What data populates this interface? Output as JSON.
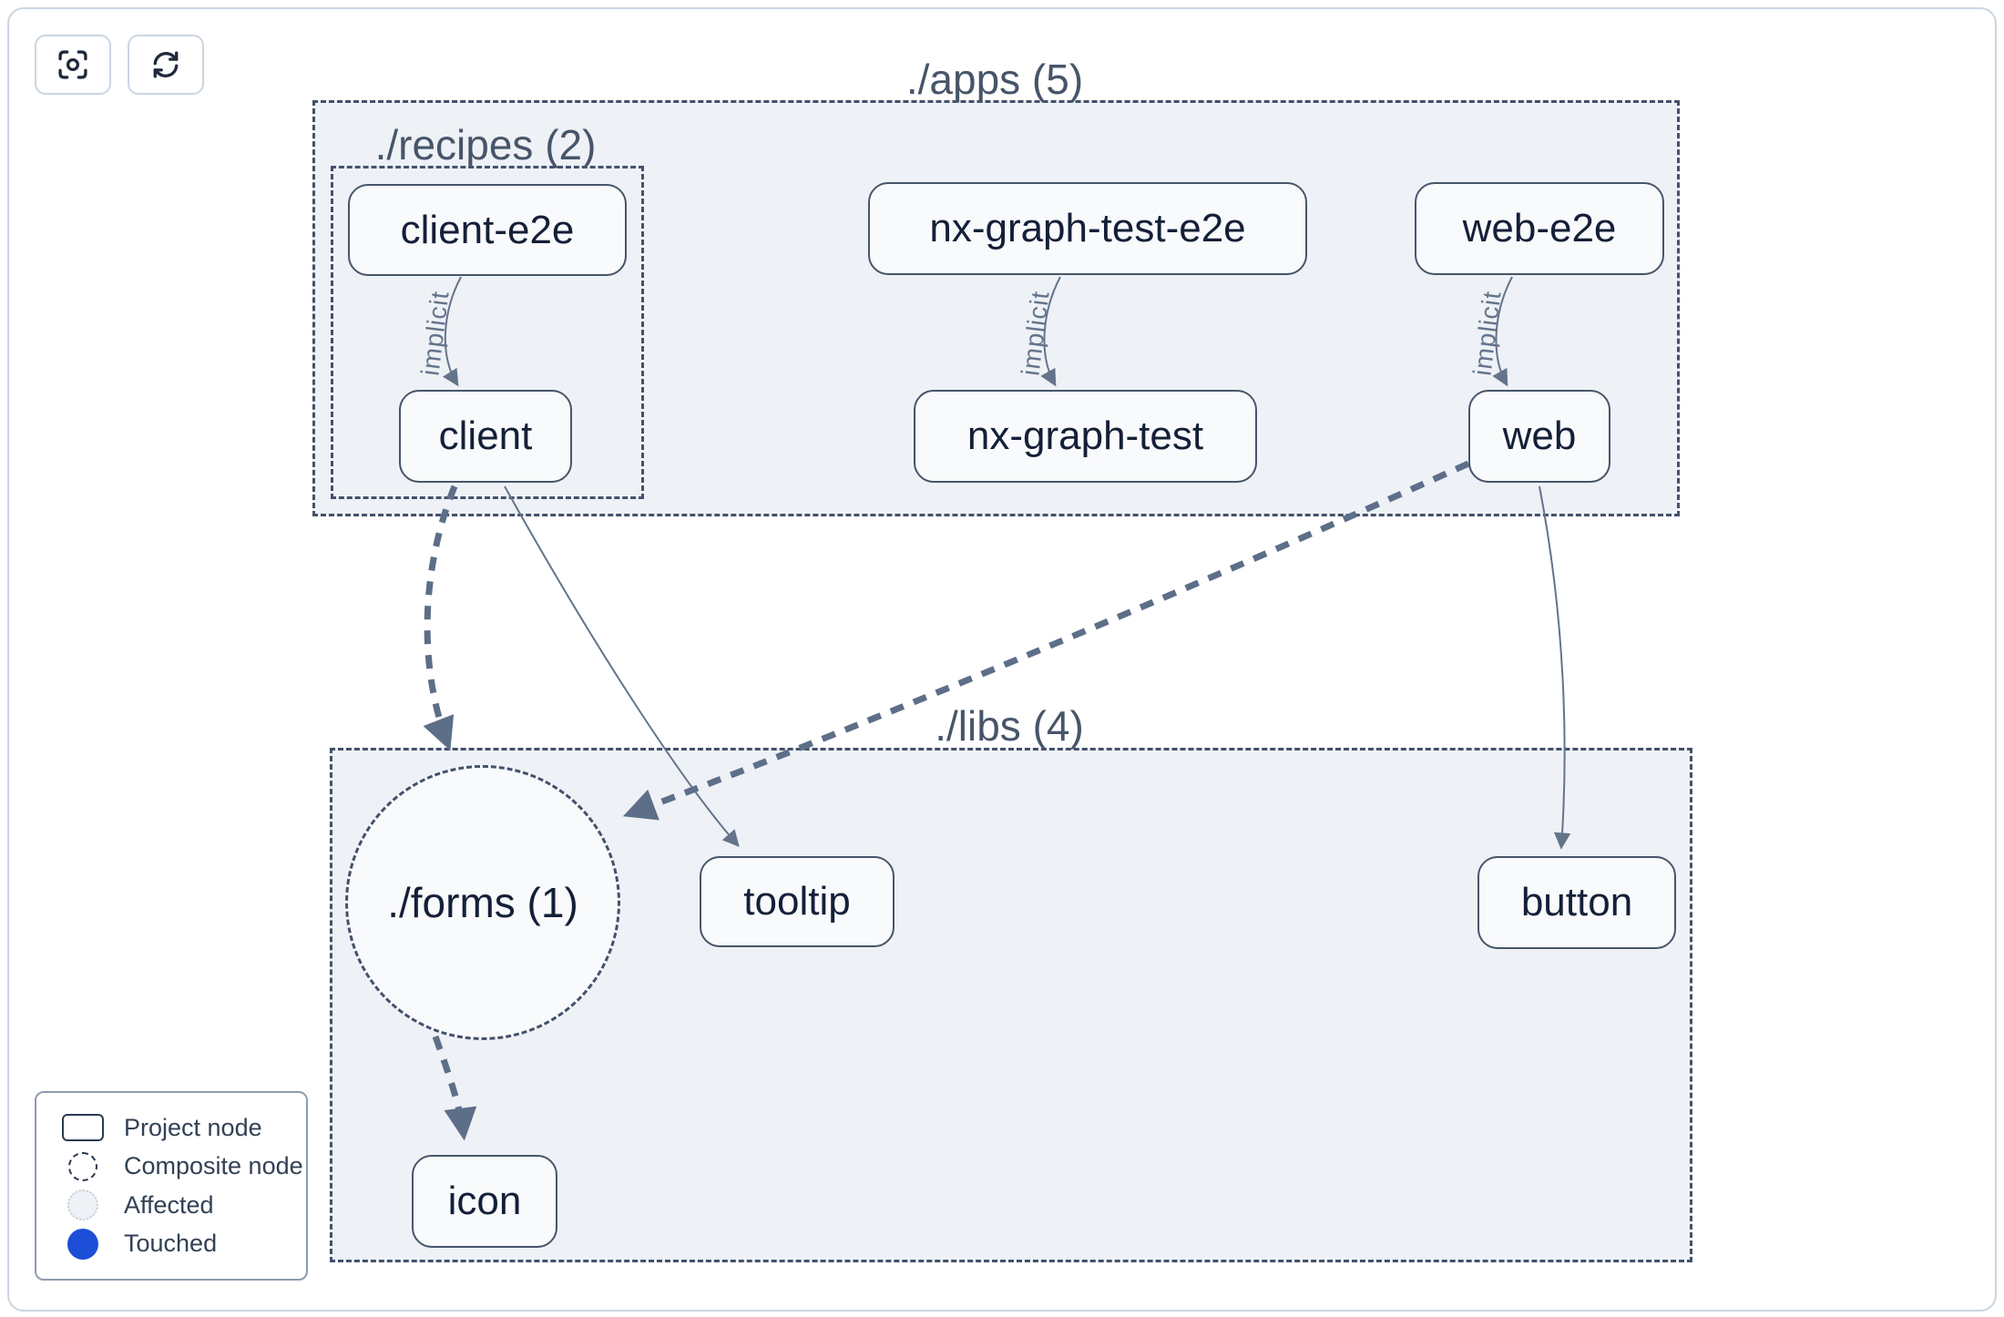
{
  "toolbar": {
    "buttons": [
      {
        "icon": "focus-icon"
      },
      {
        "icon": "refresh-icon"
      }
    ]
  },
  "graph": {
    "containers": [
      {
        "id": "apps",
        "label": "./apps (5)"
      },
      {
        "id": "recipes",
        "label": "./recipes (2)"
      },
      {
        "id": "libs",
        "label": "./libs (4)"
      }
    ],
    "composite": {
      "id": "forms",
      "label": "./forms (1)"
    },
    "nodes": [
      {
        "id": "client-e2e",
        "label": "client-e2e"
      },
      {
        "id": "client",
        "label": "client"
      },
      {
        "id": "nx-graph-test-e2e",
        "label": "nx-graph-test-e2e"
      },
      {
        "id": "nx-graph-test",
        "label": "nx-graph-test"
      },
      {
        "id": "web-e2e",
        "label": "web-e2e"
      },
      {
        "id": "web",
        "label": "web"
      },
      {
        "id": "tooltip",
        "label": "tooltip"
      },
      {
        "id": "button",
        "label": "button"
      },
      {
        "id": "icon",
        "label": "icon"
      }
    ],
    "edges": [
      {
        "from": "client-e2e",
        "to": "client",
        "label": "implicit",
        "style": "thin-solid"
      },
      {
        "from": "nx-graph-test-e2e",
        "to": "nx-graph-test",
        "label": "implicit",
        "style": "thin-solid"
      },
      {
        "from": "web-e2e",
        "to": "web",
        "label": "implicit",
        "style": "thin-solid"
      },
      {
        "from": "client",
        "to": "./forms (1)",
        "label": "",
        "style": "thick-dashed"
      },
      {
        "from": "client",
        "to": "tooltip",
        "label": "",
        "style": "thin-solid"
      },
      {
        "from": "web",
        "to": "./forms (1)",
        "label": "",
        "style": "thick-dashed"
      },
      {
        "from": "web",
        "to": "button",
        "label": "",
        "style": "thin-solid"
      },
      {
        "from": "./forms (1)",
        "to": "icon",
        "label": "",
        "style": "thick-dashed"
      }
    ]
  },
  "legend": {
    "items": [
      {
        "swatch": "project-node",
        "label": "Project node"
      },
      {
        "swatch": "composite-node",
        "label": "Composite node"
      },
      {
        "swatch": "affected",
        "label": "Affected"
      },
      {
        "swatch": "touched",
        "label": "Touched"
      }
    ]
  },
  "colors": {
    "container_fill": "#eef1f6",
    "node_fill": "#f8fafc",
    "node_border": "#475569",
    "container_border": "#44516b",
    "edge": "#64748b",
    "edge_thick": "#5d6e88",
    "node_text": "#141f38",
    "muted_text": "#475569",
    "legend_text": "#334155",
    "touched_blue": "#1d4ed8",
    "card_border": "#cbd5e1"
  }
}
